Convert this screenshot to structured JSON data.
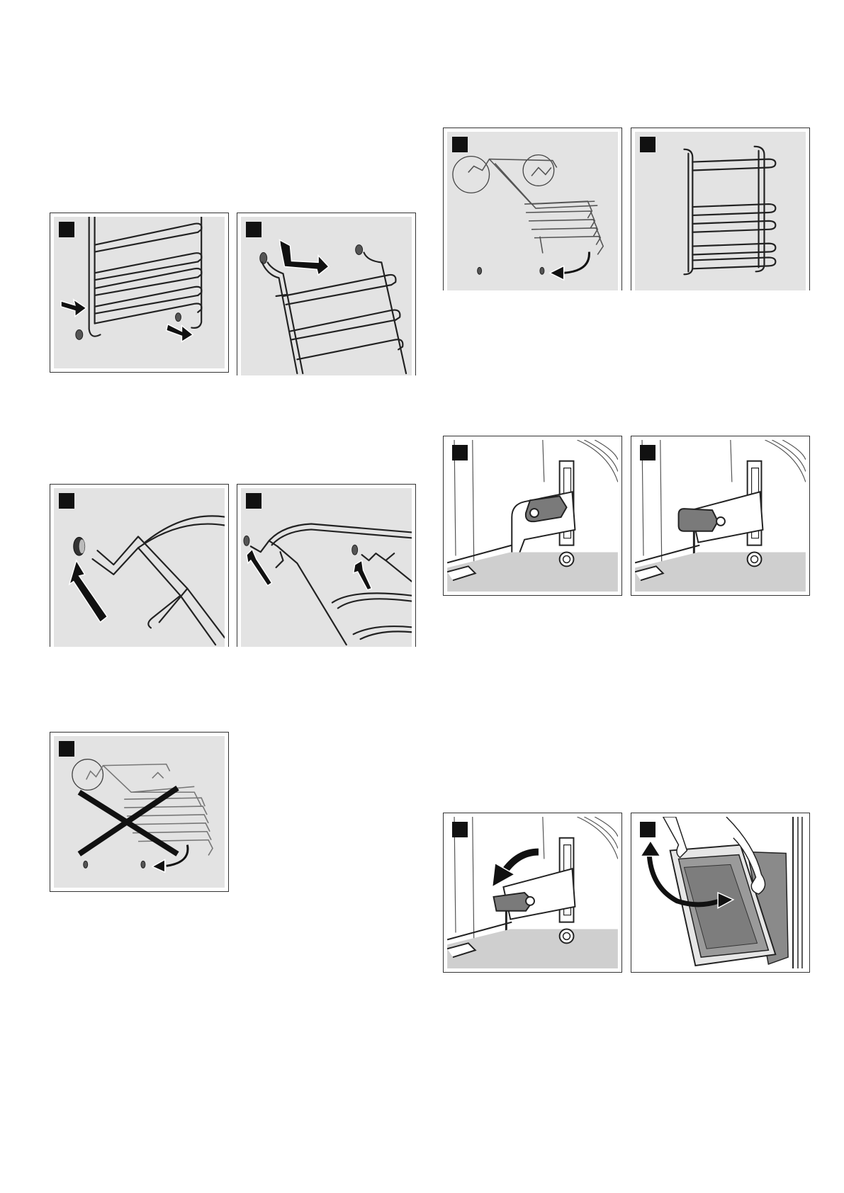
{
  "page": {
    "background": "#ffffff",
    "panel_fill": "#e3e3e3",
    "badge_color": "#111111"
  },
  "figures": [
    {
      "id": "fig-a1",
      "badge": "",
      "icon": "rack-remove-hooks-icon"
    },
    {
      "id": "fig-a2",
      "badge": "",
      "icon": "rack-lift-out-icon"
    },
    {
      "id": "fig-b1",
      "badge": "",
      "icon": "rack-hook-detail-icon"
    },
    {
      "id": "fig-b2",
      "badge": "",
      "icon": "rack-insert-icon"
    },
    {
      "id": "fig-c1",
      "badge": "",
      "icon": "rack-wrong-insert-icon"
    },
    {
      "id": "fig-d1",
      "badge": "",
      "icon": "rack-hinge-in-icon"
    },
    {
      "id": "fig-d2",
      "badge": "",
      "icon": "rack-front-view-icon"
    },
    {
      "id": "fig-e1",
      "badge": "",
      "icon": "hinge-lever-closed-icon"
    },
    {
      "id": "fig-e2",
      "badge": "",
      "icon": "hinge-lever-open-icon"
    },
    {
      "id": "fig-f1",
      "badge": "",
      "icon": "hinge-lever-fold-icon"
    },
    {
      "id": "fig-f2",
      "badge": "",
      "icon": "door-remove-icon"
    }
  ]
}
